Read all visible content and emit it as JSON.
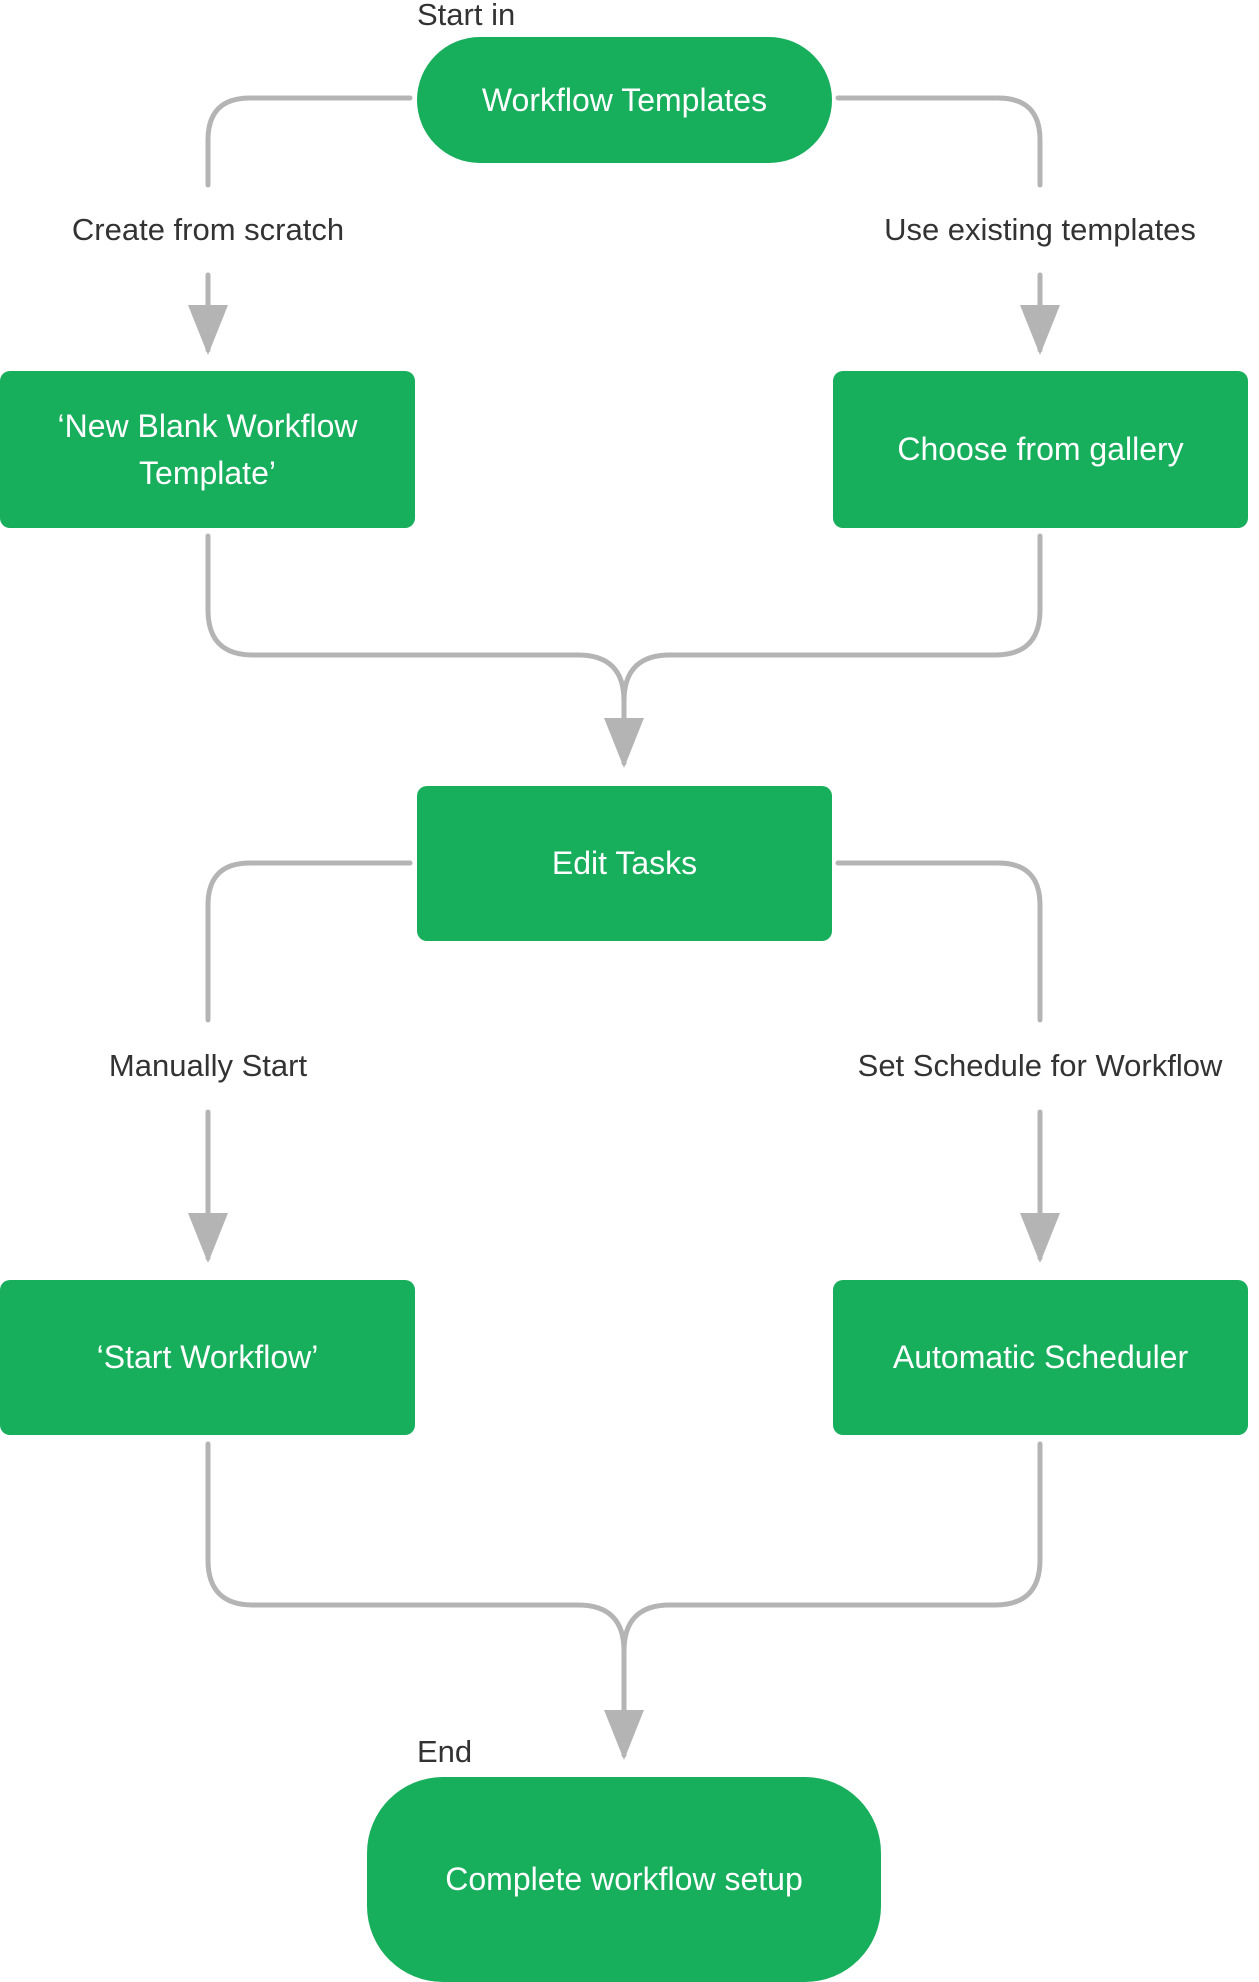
{
  "colors": {
    "node_fill": "#17AE5C",
    "connector": "#B4B4B4",
    "label_text": "#333333",
    "node_text": "#FFFFFF"
  },
  "markers": {
    "start": "Start in",
    "end": "End"
  },
  "nodes": {
    "workflow_templates": "Workflow Templates",
    "new_blank_template": "‘New Blank Workflow Template’",
    "choose_from_gallery": "Choose from gallery",
    "edit_tasks": "Edit Tasks",
    "start_workflow": "‘Start Workflow’",
    "automatic_scheduler": "Automatic Scheduler",
    "complete_setup": "Complete workflow setup"
  },
  "edge_labels": {
    "create_from_scratch": "Create from scratch",
    "use_existing_templates": "Use existing templates",
    "manually_start": "Manually Start",
    "set_schedule": "Set Schedule for Workflow"
  }
}
